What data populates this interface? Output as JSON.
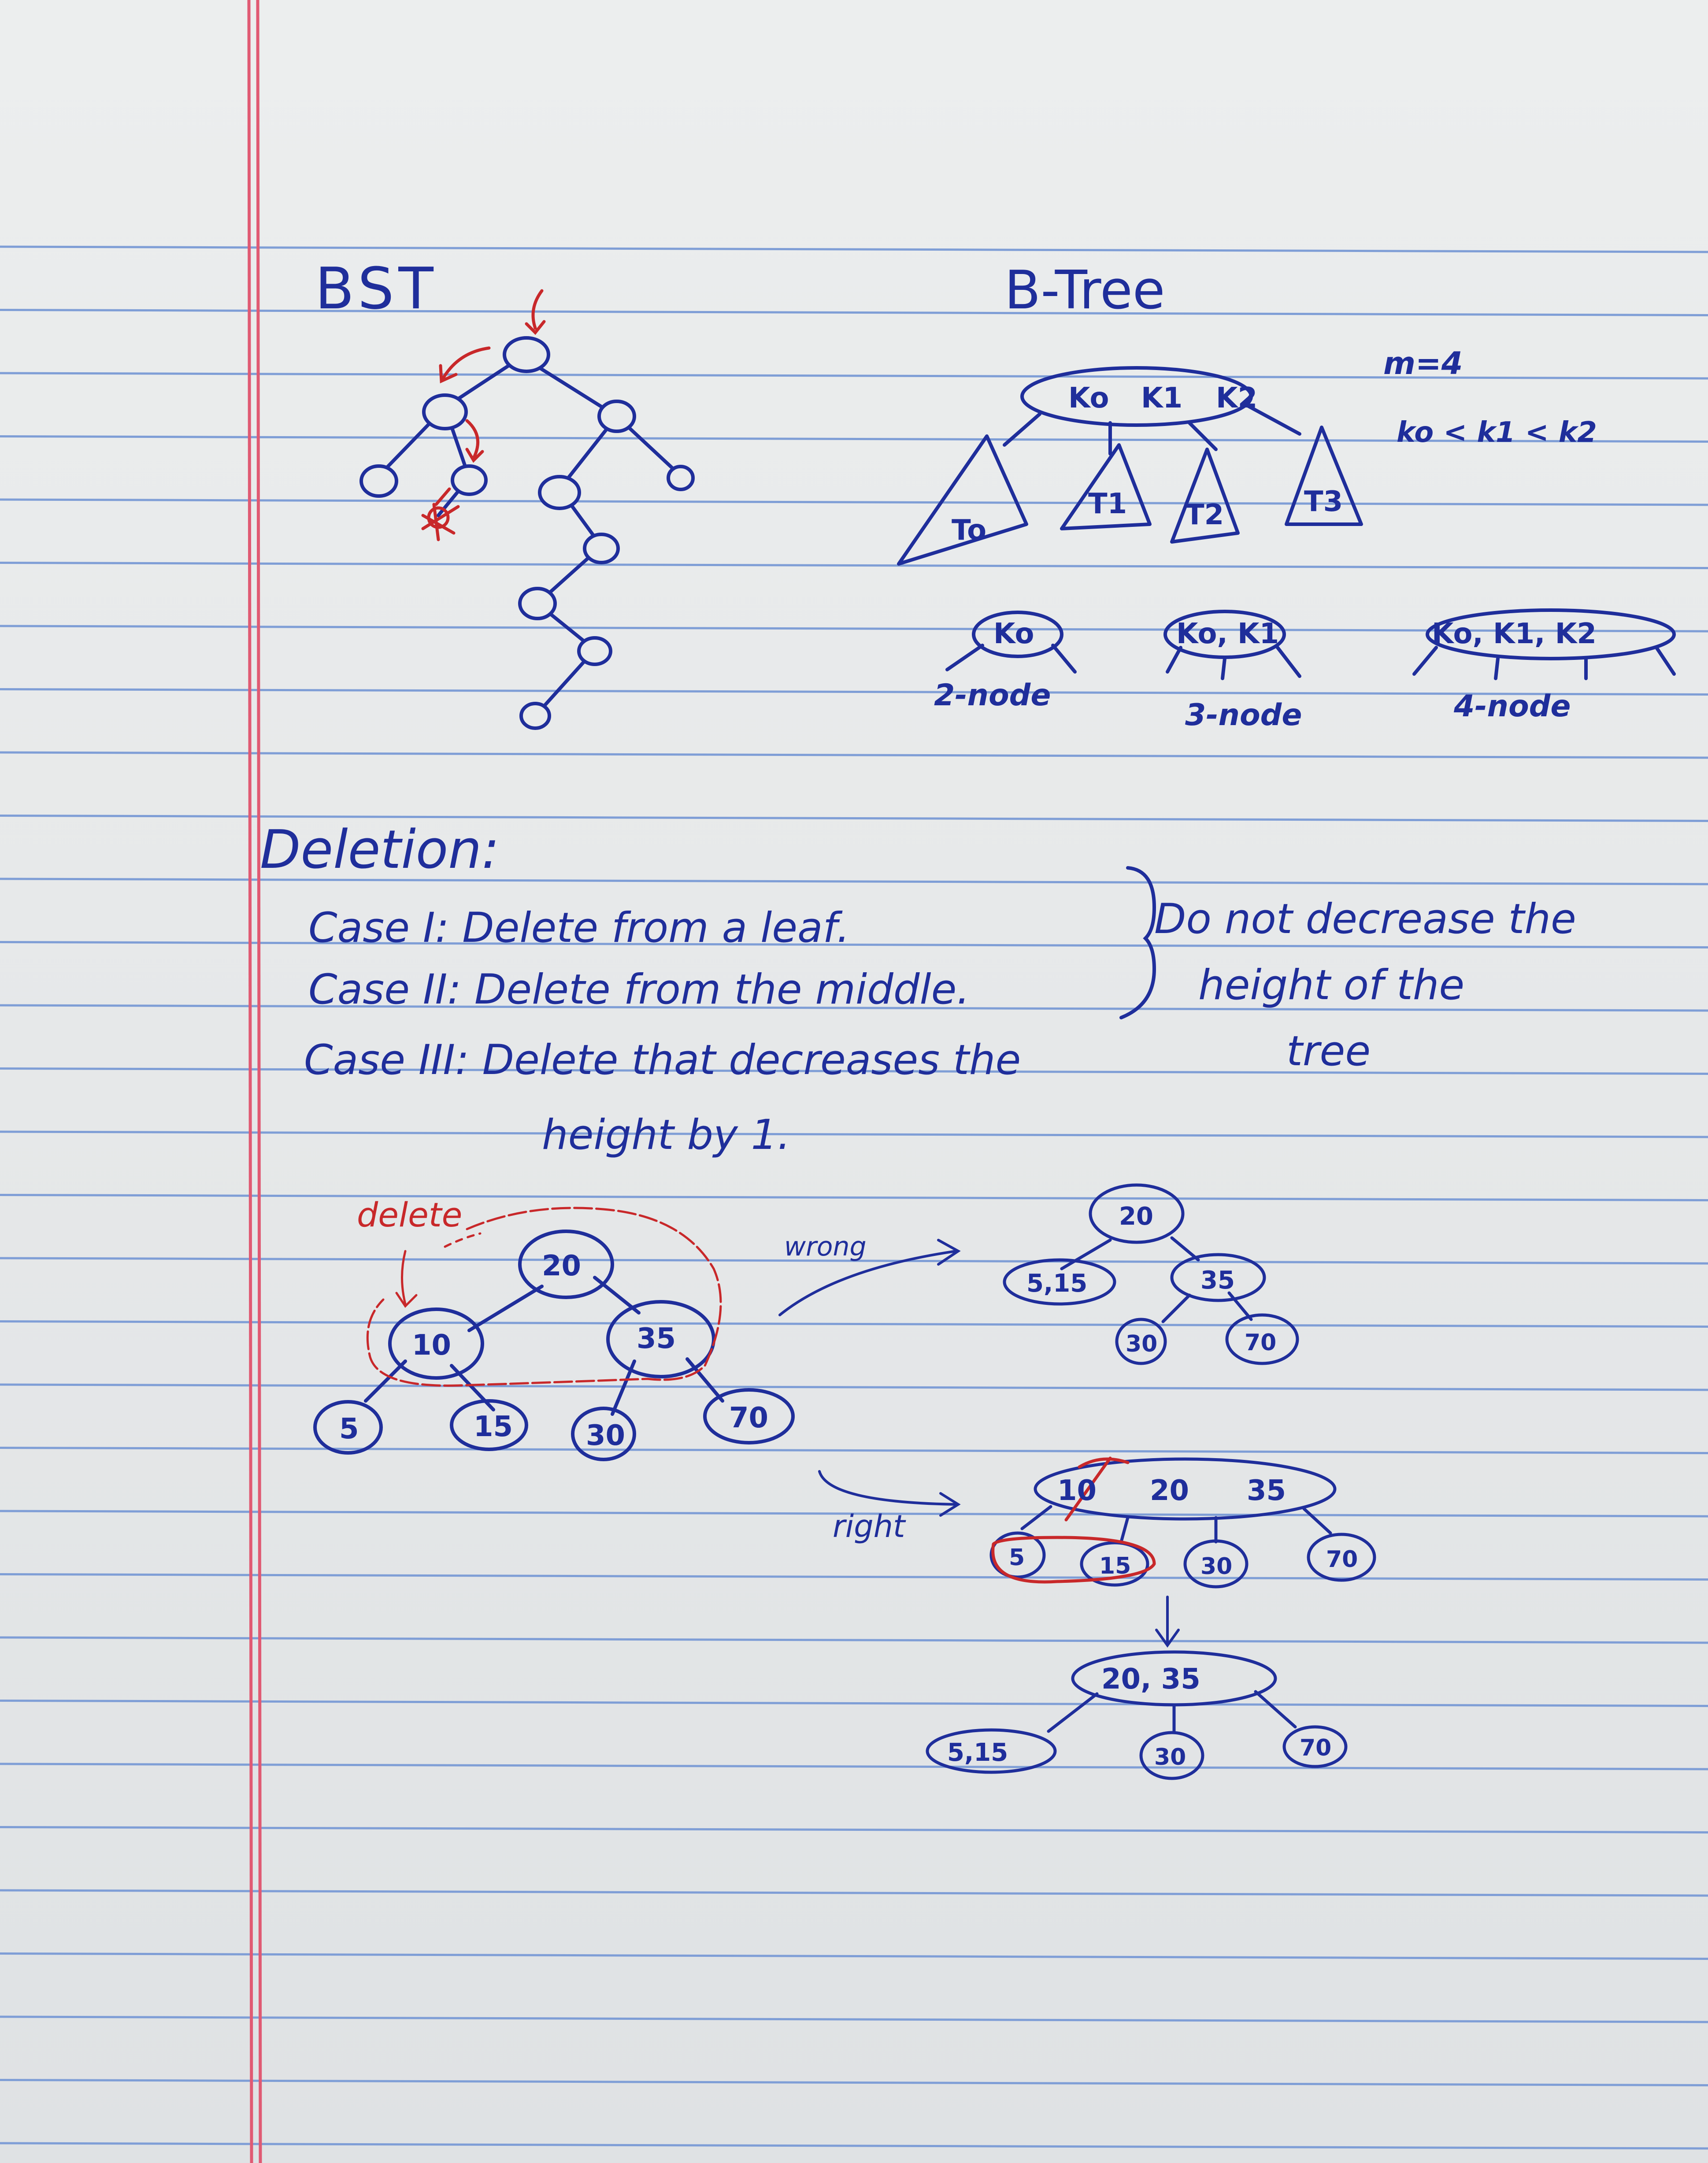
{
  "headings": {
    "bst": "BST",
    "btree": "B-Tree"
  },
  "btree": {
    "order": "m=4",
    "relation": "ko < k1 < k2",
    "root_keys": [
      "Ko",
      "K1",
      "K2"
    ],
    "subtrees": [
      "To",
      "T1",
      "T2",
      "T3"
    ],
    "node_types": [
      {
        "keys": "Ko",
        "label": "2-node"
      },
      {
        "keys": "Ko, K1",
        "label": "3-node"
      },
      {
        "keys": "Ko, K1, K2",
        "label": "4-node"
      }
    ]
  },
  "deletion": {
    "title": "Deletion:",
    "cases": [
      "Case I: Delete from a leaf.",
      "Case II: Delete from the middle.",
      "Case III: Delete that decreases the"
    ],
    "case3_continuation": "height by 1.",
    "note_lines": [
      "Do not decrease the",
      "height of the",
      "tree"
    ]
  },
  "example": {
    "delete_label": "delete",
    "wrong_label": "wrong",
    "right_label": "right",
    "original_tree": {
      "root": "20",
      "children": [
        "10",
        "35"
      ],
      "leaves": [
        "5",
        "15",
        "30",
        "70"
      ]
    },
    "wrong_tree": {
      "root": "20",
      "children": [
        "5,15",
        "35"
      ],
      "leaves": [
        "30",
        "70"
      ]
    },
    "merged_node": {
      "keys": [
        "10",
        "20",
        "35"
      ],
      "leaves": [
        "5",
        "15",
        "30",
        "70"
      ]
    },
    "final_tree": {
      "root": "20, 35",
      "children": [
        "5,15",
        "30",
        "70"
      ]
    }
  },
  "colors": {
    "paper": "#e9ebec",
    "rule_blue": "#7f9ed6",
    "margin_red": "#e05a73",
    "ink_blue": "#1f2e9b",
    "ink_red": "#c8282a"
  }
}
